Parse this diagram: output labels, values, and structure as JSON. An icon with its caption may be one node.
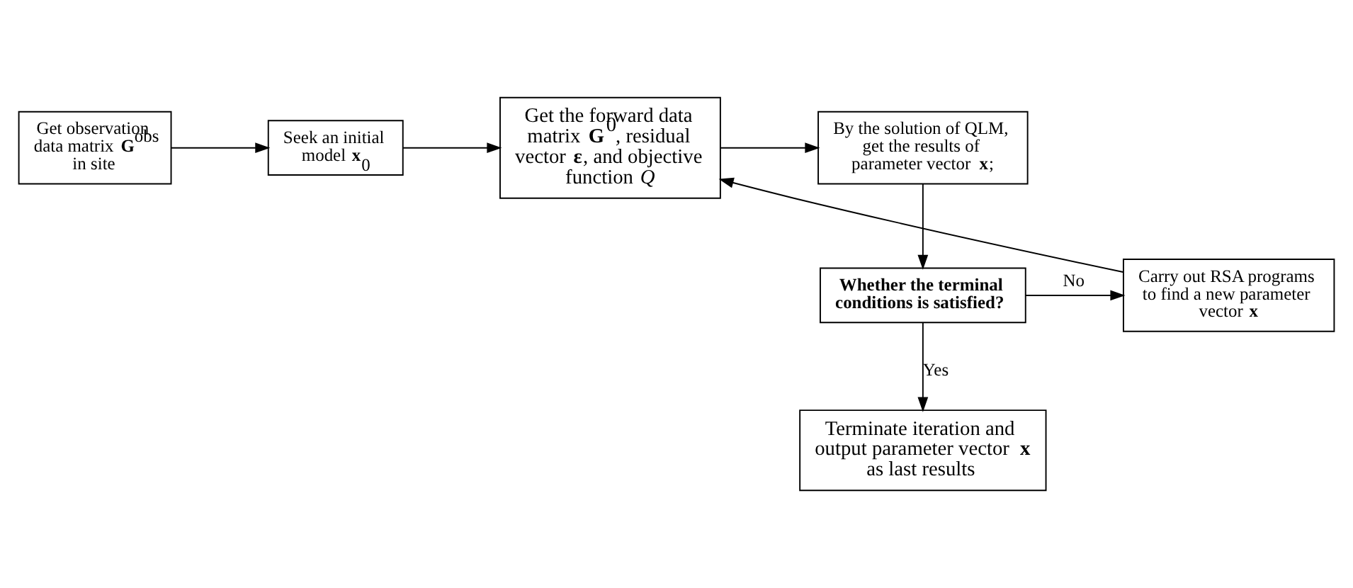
{
  "diagram": {
    "nodes": [
      {
        "text": [
          "Get observation data matrix **G**$^{obs}$ in site"
        ]
      },
      {
        "text": [
          "Seek an initial model **x**$_{0}$"
        ]
      },
      {
        "text": [
          "Get the forward data matrix **G**$^{0}$, residual vector **ε**, and objective function *Q*"
        ]
      },
      {
        "text": [
          "By the solution of QLM, get the results of parameter vector **x**;"
        ]
      },
      {
        "text": [
          "Whether the terminal conditions is satisfied?"
        ]
      },
      {
        "text": [
          "Carry out RSA programs to find a new parameter vector **x**"
        ]
      },
      {
        "text": [
          "Terminate iteration and output parameter vector **x** as last results"
        ]
      }
    ],
    "edges": [
      {
        "from": 0,
        "to": 1,
        "arrow": "to"
      },
      {
        "from": 1,
        "to": 2,
        "arrow": "to"
      },
      {
        "from": 2,
        "to": 3,
        "arrow": "to"
      },
      {
        "from": 3,
        "to": 4,
        "arrow": "to"
      },
      {
        "from": 4,
        "to": 5,
        "arrow": "to",
        "label": "No"
      },
      {
        "from": 5,
        "to": 2,
        "arrow": "to"
      },
      {
        "from": 4,
        "to": 6,
        "arrow": "to",
        "label": "Yes"
      }
    ]
  }
}
